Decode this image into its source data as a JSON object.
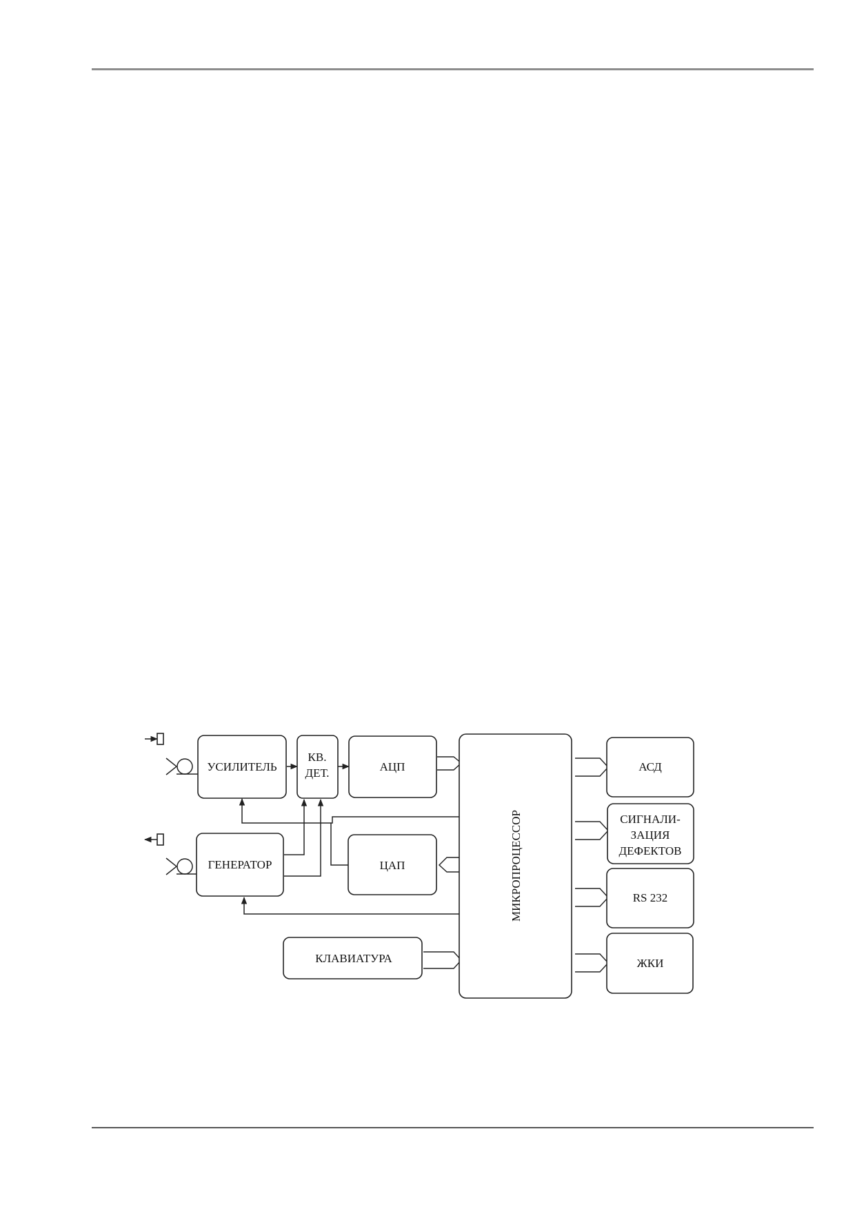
{
  "diagram": {
    "blocks": {
      "amplifier": "УСИЛИТЕЛЬ",
      "detector_line1": "КВ.",
      "detector_line2": "ДЕТ.",
      "adc": "АЦП",
      "generator": "ГЕНЕРАТОР",
      "dac": "ЦАП",
      "keyboard": "КЛАВИАТУРА",
      "microprocessor": "МИКРОПРОЦЕССОР",
      "asd": "АСД",
      "defect_signal_line1": "СИГНАЛИ-",
      "defect_signal_line2": "ЗАЦИЯ",
      "defect_signal_line3": "ДЕФЕКТОВ",
      "rs232": "RS 232",
      "lcd": "ЖКИ"
    },
    "connectors": {
      "input": "probe-input-icon",
      "output": "probe-output-icon"
    }
  }
}
